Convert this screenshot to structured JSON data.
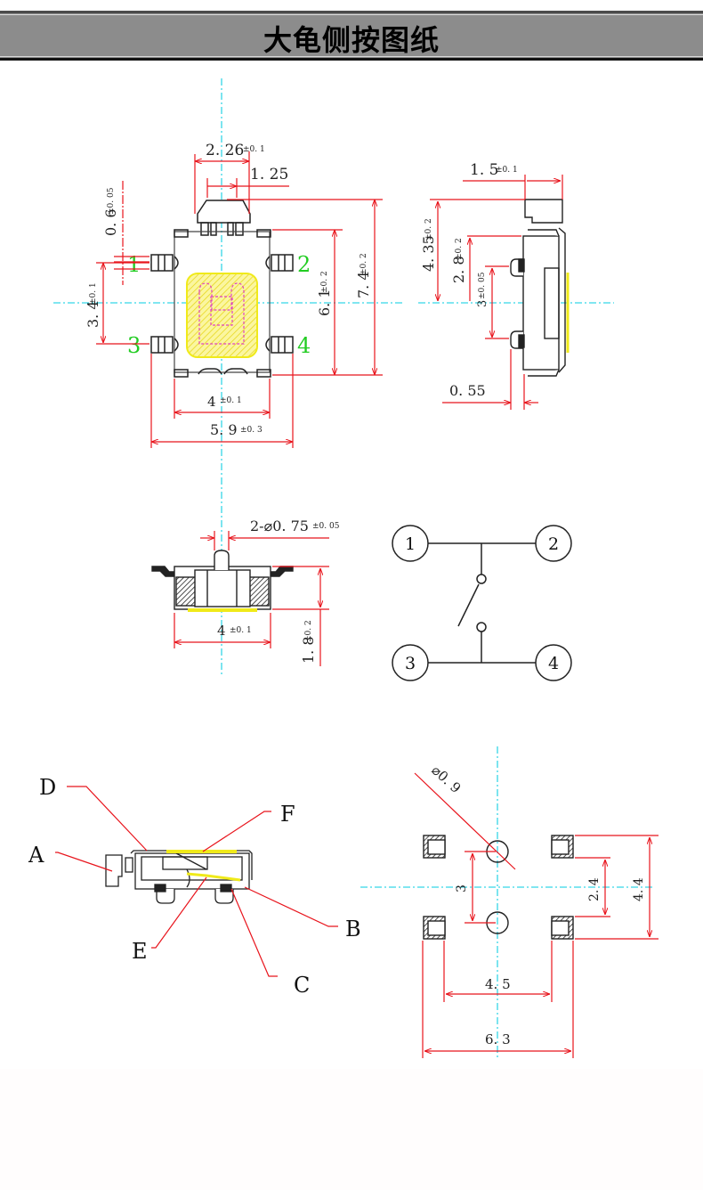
{
  "header": {
    "title": "大龟侧按图纸"
  },
  "top_view": {
    "pins": [
      "1",
      "2",
      "3",
      "4"
    ],
    "dims": {
      "actuator_width": "2. 26",
      "actuator_width_tol": "±0. 1",
      "actuator_inner": "1. 25",
      "pin_width": "0. 6",
      "pin_width_tol": "±0. 05",
      "pin_pitch": "3. 4",
      "pin_pitch_tol": "±0. 1",
      "body_height": "6. 1",
      "body_height_tol": "±0. 2",
      "total_height": "7. 4",
      "total_height_tol": "±0. 2",
      "body_width": "4",
      "body_width_tol": "±0. 1",
      "total_width": "5. 9",
      "total_width_tol": "±0. 3"
    }
  },
  "side_view": {
    "dims": {
      "actuator_depth": "1. 5",
      "actuator_depth_tol": "±0. 1",
      "actuator_offset": "4. 35",
      "actuator_offset_tol": "±0. 2",
      "post_offset": "2. 8",
      "post_offset_tol": "±0. 2",
      "post_pitch": "3",
      "post_pitch_tol": "±0. 05",
      "post_height": "0. 55"
    }
  },
  "front_view": {
    "dims": {
      "post_dia": "2-⌀0. 75",
      "post_dia_tol": "±0. 05",
      "body_width": "4",
      "body_width_tol": "±0. 1",
      "height": "1. 8",
      "height_tol": "±0. 2"
    }
  },
  "schematic": {
    "nodes": [
      "1",
      "2",
      "3",
      "4"
    ]
  },
  "parts_view": {
    "labels": [
      "A",
      "B",
      "C",
      "D",
      "E",
      "F"
    ]
  },
  "footprint": {
    "dims": {
      "hole_dia": "⌀0. 9",
      "hole_pitch": "3",
      "pad_inner_v": "2. 4",
      "pad_outer_v": "4. 4",
      "pad_inner_h": "4. 5",
      "pad_outer_h": "6. 3"
    }
  },
  "colors": {
    "dimension": "#e8141c",
    "centerline": "#35d6e6",
    "pin_label": "#22cc22",
    "highlight": "#f0ea1a",
    "outline": "#222222",
    "dashed_inner": "#e040c0",
    "title_bg": "#8c8c8c"
  }
}
